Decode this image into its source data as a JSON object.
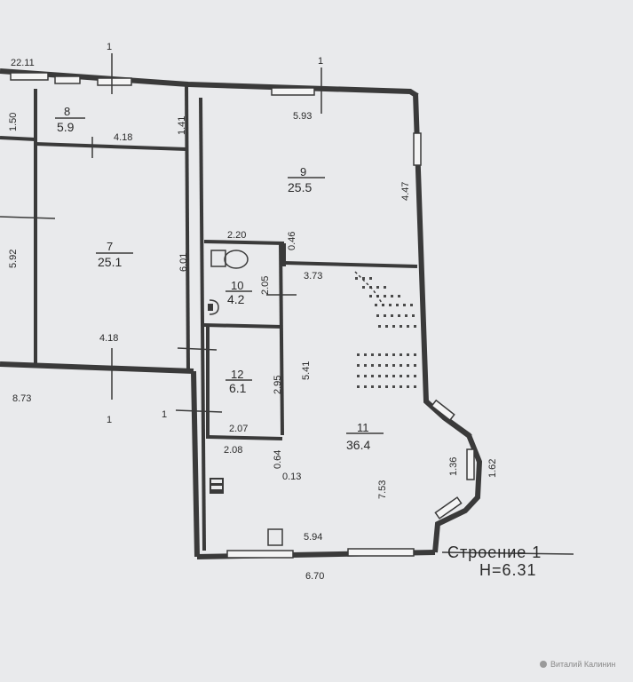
{
  "rooms": [
    {
      "id": "room-8",
      "number": "8",
      "area": "5.9"
    },
    {
      "id": "room-9",
      "number": "9",
      "area": "25.5"
    },
    {
      "id": "room-7",
      "number": "7",
      "area": "25.1"
    },
    {
      "id": "room-10",
      "number": "10",
      "area": "4.2"
    },
    {
      "id": "room-12",
      "number": "12",
      "area": "6.1"
    },
    {
      "id": "room-11",
      "number": "11",
      "area": "36.4"
    }
  ],
  "dimensions": {
    "d_22_11": "22.11",
    "d_1_50": "1.50",
    "d_1_41": "1.41",
    "d_4_18_top": "4.18",
    "d_5_93": "5.93",
    "d_4_47": "4.47",
    "d_5_92": "5.92",
    "d_6_01": "6.01",
    "d_2_20": "2.20",
    "d_0_46": "0.46",
    "d_2_05": "2.05",
    "d_3_73": "3.73",
    "d_4_18_bottom": "4.18",
    "d_5_41": "5.41",
    "d_2_95": "2.95",
    "d_8_73": "8.73",
    "d_2_07": "2.07",
    "d_2_08": "2.08",
    "d_0_64": "0.64",
    "d_0_13": "0.13",
    "d_1_36": "1.36",
    "d_1_62": "1.62",
    "d_7_53": "7.53",
    "d_5_94": "5.94",
    "d_6_70": "6.70"
  },
  "section_marks": [
    "1",
    "1",
    "1",
    "1"
  ],
  "building": {
    "title": "Строение 1",
    "height": "Н=6.31"
  },
  "watermark": "Виталий Калинин"
}
